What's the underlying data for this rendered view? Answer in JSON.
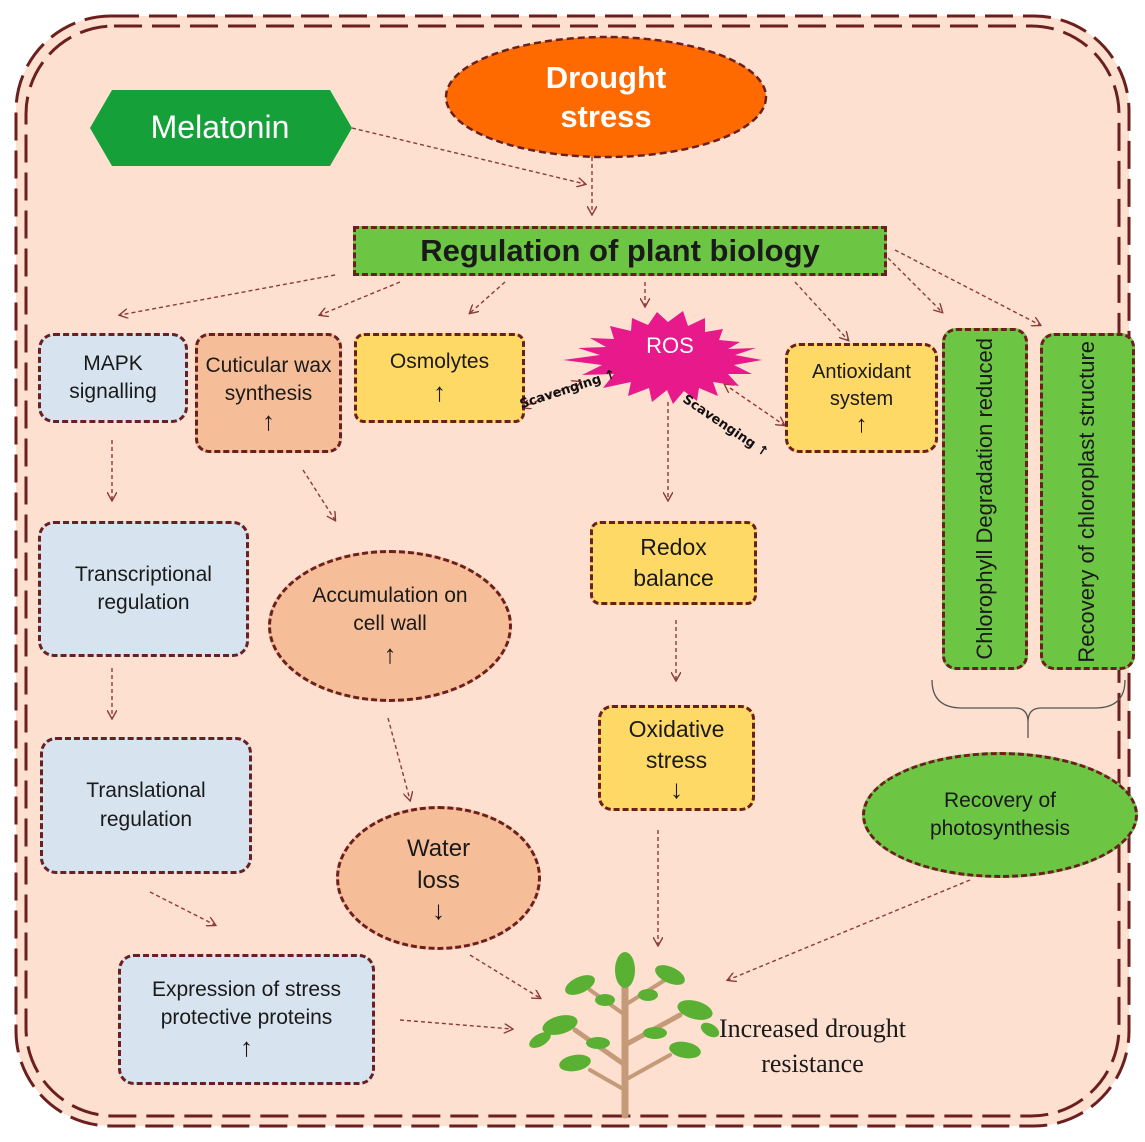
{
  "top": {
    "drought": "Drought stress",
    "melatonin": "Melatonin"
  },
  "regulation": "Regulation of plant biology",
  "nodes": {
    "mapk": "MAPK signalling",
    "cuticular": "Cuticular wax synthesis",
    "osmolytes": "Osmolytes",
    "ros": "ROS",
    "antioxidant": "Antioxidant system",
    "chlorophyll": "Chlorophyll Degradation reduced",
    "chloroplast": "Recovery of chloroplast structure",
    "transcriptional": "Transcriptional regulation",
    "accumulation": "Accumulation on cell wall",
    "redox": "Redox balance",
    "translational": "Translational regulation",
    "oxidative": "Oxidative stress",
    "photosynthesis": "Recovery of photosynthesis",
    "water": "Water loss",
    "expression": "Expression of stress protective proteins",
    "result": "Increased drought resistance"
  },
  "labels": {
    "scavenging_left": "Scavenging",
    "scavenging_right": "Scavenging"
  },
  "symbols": {
    "up": "↑",
    "down": "↓"
  },
  "colors": {
    "background": "#fde0d0",
    "frame": "#6b1f1f",
    "melatonin": "#16a03a",
    "drought": "#ff6a00",
    "green_box": "#6cc644",
    "ros": "#e8198b",
    "yellow": "#ffd966",
    "orange": "#f6be98",
    "blue": "#d7e4ef"
  }
}
